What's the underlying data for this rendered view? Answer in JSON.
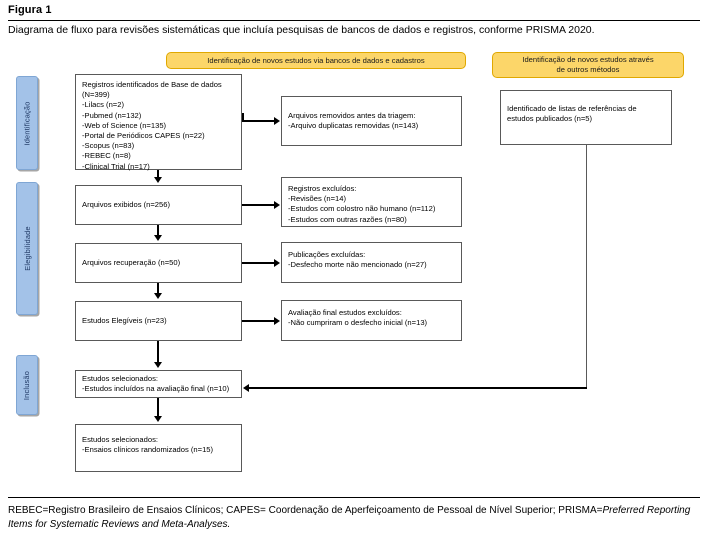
{
  "figure": {
    "label": "Figura 1",
    "caption": "Diagrama de fluxo para revisões sistemáticas que incluía pesquisas de bancos de dados e registros, conforme PRISMA 2020."
  },
  "colors": {
    "banner_fill": "#FCD669",
    "banner_border": "#E0A800",
    "phase_fill": "#A3C2E8",
    "phase_border": "#7FA6D4",
    "box_border": "#595959",
    "connector": "#000000"
  },
  "banners": [
    {
      "name": "databases-registers",
      "text": "Identificação de novos estudos via bancos de dados e cadastros"
    },
    {
      "name": "other-methods",
      "text": "Identificação de novos estudos através\nde outros métodos"
    }
  ],
  "phases": [
    {
      "name": "identificacao",
      "label": "Identificação"
    },
    {
      "name": "elegibilidade",
      "label": "Elegibilidade"
    },
    {
      "name": "inclusao",
      "label": "Inclusão"
    }
  ],
  "boxes": {
    "records_identified": "Registros identificados de Base de dados (N=399)\n-Lilacs (n=2)\n-Pubmed (n=132)\n-Web of Science (n=135)\n-Portal de Periódicos CAPES (n=22)\n-Scopus (n=83)\n-REBEC (n=8)\n-Clinical Trial (n=17)",
    "records_removed": "Arquivos removidos antes da triagem:\n-Arquivo duplicatas removidas (n=143)",
    "identified_from_lists": "Identificado de listas de referências de estudos publicados (n=5)",
    "records_screened": "Arquivos exibidos (n=256)",
    "records_excluded": "Registros excluídos:\n-Revisões (n=14)\n-Estudos com colostro não humano (n=112)\n-Estudos com outras razões (n=80)",
    "reports_retrieved": "Arquivos recuperação (n=50)",
    "reports_excluded": "Publicações excluídas:\n-Desfecho morte não mencionado (n=27)",
    "eligible_studies": "Estudos Elegíveis (n=23)",
    "final_assessment_excluded": "Avaliação final estudos excluídos:\n-Não cumpriram o desfecho inicial (n=13)",
    "selected_included": "Estudos selecionados:\n-Estudos incluídos na avaliação final (n=10)",
    "selected_rcts": "Estudos selecionados:\n-Ensaios clínicos randomizados (n=15)"
  },
  "footnote": {
    "plain1": "REBEC=Registro Brasileiro de Ensaios Clínicos; CAPES= Coordenação de Aperfeiçoamento de Pessoal de Nível Superior; PRISMA=",
    "italic1": "Preferred Reporting Items for Systematic Reviews and Meta-Analyses."
  }
}
